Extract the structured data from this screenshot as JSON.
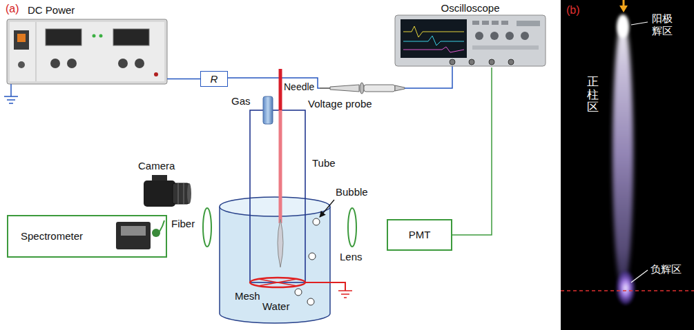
{
  "diagram": {
    "nodes": [
      {
        "text": [
          "DC Power"
        ]
      },
      {
        "text": [
          "R"
        ]
      },
      {
        "text": [
          "Oscilloscope"
        ]
      },
      {
        "text": [
          "Spectrometer"
        ]
      },
      {
        "text": [
          "PMT"
        ]
      }
    ],
    "edges": [
      {
        "from": 0,
        "to": 1,
        "arrow": "none"
      },
      {
        "from": 4,
        "to": 2,
        "arrow": "none"
      }
    ],
    "labels": [
      "(a)",
      "Gas",
      "Needle",
      "Voltage probe",
      "Tube",
      "Camera",
      "Bubble",
      "Fiber",
      "Lens",
      "Mesh",
      "Water",
      "(b)",
      "阳极辉区",
      "正柱区",
      "负辉区"
    ]
  }
}
